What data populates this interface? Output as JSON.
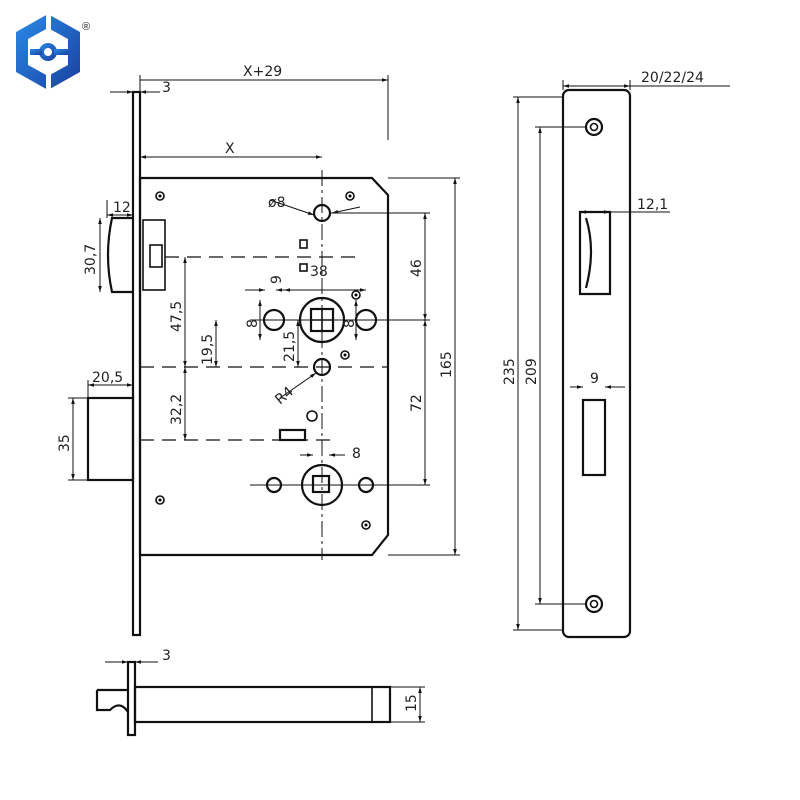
{
  "logo": {
    "name": "brand-logo",
    "registered_mark": "®",
    "colors": {
      "primary": "#1f6fd1",
      "dark": "#1a3f9e"
    }
  },
  "front_view": {
    "dimensions": {
      "faceplate_thickness": "3",
      "total_depth": "X+29",
      "backset": "X",
      "hole_diameter": "ø8",
      "latch_width": "12",
      "latch_height": "30,7",
      "follower_distance": "38",
      "spindle_offset": "9",
      "hole_left": "8",
      "hole_right": "8",
      "latch_to_follower": "47,5",
      "hole_to_center": "19,5",
      "follower_to_hole": "21,5",
      "radius": "R4",
      "top_to_follower": "46",
      "deadbolt_width": "20,5",
      "follower_to_deadbolt": "32,2",
      "deadbolt_height": "35",
      "center_distance": "72",
      "body_height": "165",
      "cylinder_offset": "8"
    }
  },
  "side_view": {
    "dimensions": {
      "faceplate_width": "20/22/24",
      "latch_slot_width": "12,1",
      "deadbolt_slot_width": "9",
      "faceplate_length": "235",
      "screw_distance": "209"
    }
  },
  "bottom_view": {
    "dimensions": {
      "faceplate_thickness": "3",
      "body_thickness": "15"
    }
  }
}
